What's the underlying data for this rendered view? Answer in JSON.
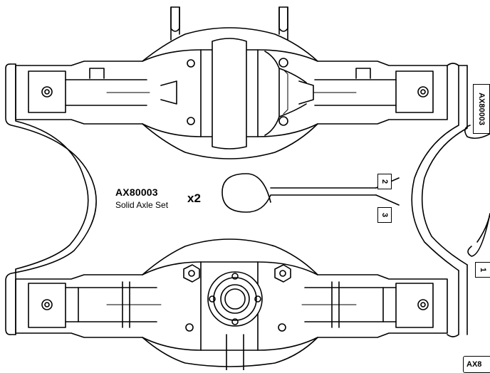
{
  "part": {
    "code": "AX80003",
    "description": "Solid Axle Set",
    "quantity": "x2"
  },
  "runner_tags": {
    "side_code": "AX80003",
    "tag_1": "1",
    "tag_2": "2",
    "tag_3": "3",
    "bottom_code": "AX8"
  },
  "colors": {
    "line": "#000000",
    "fill": "#ffffff",
    "shade": "#d9d9d9"
  }
}
